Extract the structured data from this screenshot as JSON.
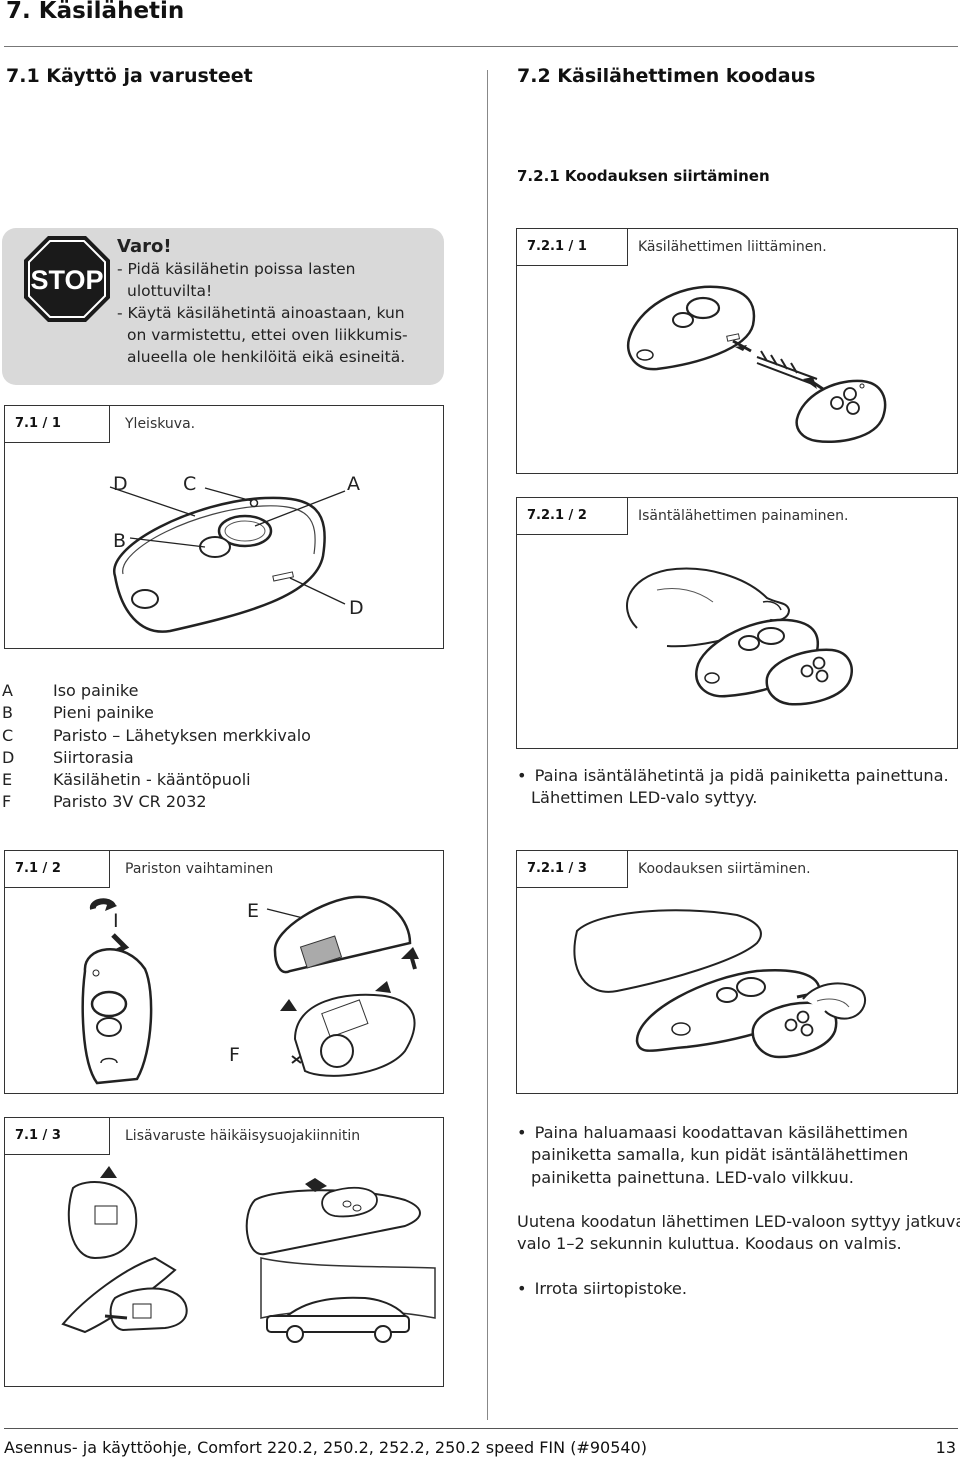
{
  "chapter": {
    "title": "7.   Käsilähetin"
  },
  "left": {
    "heading": "7.1   Käyttö ja varusteet",
    "warning": {
      "stop_sign": "STOP",
      "title": "Varo!",
      "lines": [
        "- Pidä käsilähetin poissa lasten",
        "  ulottuvilta!",
        "- Käytä käsilähetintä ainoastaan, kun",
        "  on varmistettu, ettei oven liikkumis-",
        "  alueella ole henkilöitä eikä esineitä."
      ]
    },
    "fig1": {
      "number": "7.1 / 1",
      "caption": "Yleiskuva.",
      "labels": {
        "a": "A",
        "b": "B",
        "c": "C",
        "d_top": "D",
        "d_right": "D"
      }
    },
    "legend": [
      {
        "key": "A",
        "text": "Iso painike"
      },
      {
        "key": "B",
        "text": "Pieni painike"
      },
      {
        "key": "C",
        "text": "Paristo – Lähetyksen merkkivalo"
      },
      {
        "key": "D",
        "text": "Siirtorasia"
      },
      {
        "key": "E",
        "text": "Käsilähetin - kääntöpuoli"
      },
      {
        "key": "F",
        "text": "Paristo 3V CR 2032"
      }
    ],
    "fig2": {
      "number": "7.1 / 2",
      "caption": "Pariston vaihtaminen",
      "labels": {
        "i": "I",
        "e": "E",
        "f": "F"
      }
    },
    "fig3": {
      "number": "7.1 / 3",
      "caption": "Lisävaruste häikäisysuojakiinnitin"
    }
  },
  "right": {
    "heading": "7.2   Käsilähettimen koodaus",
    "subheading": "7.2.1   Koodauksen siirtäminen",
    "fig1": {
      "number": "7.2.1 / 1",
      "caption": "Käsilähettimen liittäminen."
    },
    "fig2": {
      "number": "7.2.1 / 2",
      "caption": "Isäntälähettimen painaminen."
    },
    "bullet1": {
      "line1": "Paina isäntälähetintä ja pidä painiketta painettuna.",
      "line2": "Lähettimen LED-valo syttyy."
    },
    "fig3": {
      "number": "7.2.1 / 3",
      "caption": "Koodauksen siirtäminen."
    },
    "bullet2": {
      "line1": "Paina haluamaasi koodattavan käsilähettimen",
      "line2": "painiketta samalla, kun pidät isäntälähettimen",
      "line3": "painiketta painettuna. LED-valo vilkkuu."
    },
    "paragraph": {
      "line1": "Uutena koodatun lähettimen LED-valoon syttyy jatkuva",
      "line2": "valo 1–2 sekunnin kuluttua. Koodaus on valmis."
    },
    "bullet3": {
      "line1": "Irrota siirtopistoke."
    }
  },
  "footer": {
    "text": "Asennus- ja käyttöohje, Comfort 220.2, 250.2, 252.2, 250.2 speed FIN (#90540)",
    "page": "13"
  }
}
